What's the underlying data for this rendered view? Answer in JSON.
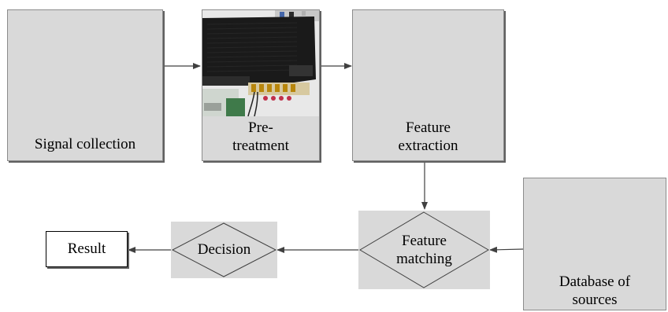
{
  "nodes": {
    "signal_collection": "Signal collection",
    "pretreatment_line1": "Pre-",
    "pretreatment_line2": "treatment",
    "feature_extraction_line1": "Feature",
    "feature_extraction_line2": "extraction",
    "feature_matching_line1": "Feature",
    "feature_matching_line2": "matching",
    "decision": "Decision",
    "result": "Result",
    "database_line1": "Database of",
    "database_line2": "sources"
  },
  "colors": {
    "box_fill": "#d9d9d9",
    "box_border": "#8c8c8c",
    "shadow": "#606060",
    "arrow": "#404040",
    "board": "#1a1a1a"
  },
  "icons": {
    "pretreatment": "circuit-board-photo"
  }
}
